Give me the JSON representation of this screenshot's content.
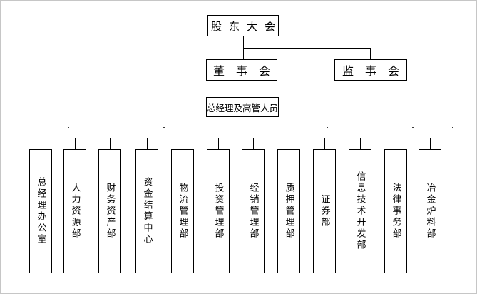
{
  "diagram": {
    "type": "org-chart",
    "background_color": "#ffffff",
    "line_color": "#000000",
    "border_color": "#c6c6c6",
    "nodes": {
      "shareholders_meeting": "股东大会",
      "board_of_directors": "董事会",
      "supervisory_board": "监事会",
      "general_manager": "总经理及高管人员"
    },
    "hierarchy_note": "股东大会 → 董事会 与 监事会; 董事会 → 总经理及高管人员 → 12个部门"
  },
  "departments": [
    "总经理办公室",
    "人力资源部",
    "财务资产部",
    "资金结算中心",
    "物流管理部",
    "投资管理部",
    "经销管理部",
    "质押管理部",
    "证券部",
    "信息技术开发部",
    "法律事务部",
    "冶金炉料部"
  ]
}
